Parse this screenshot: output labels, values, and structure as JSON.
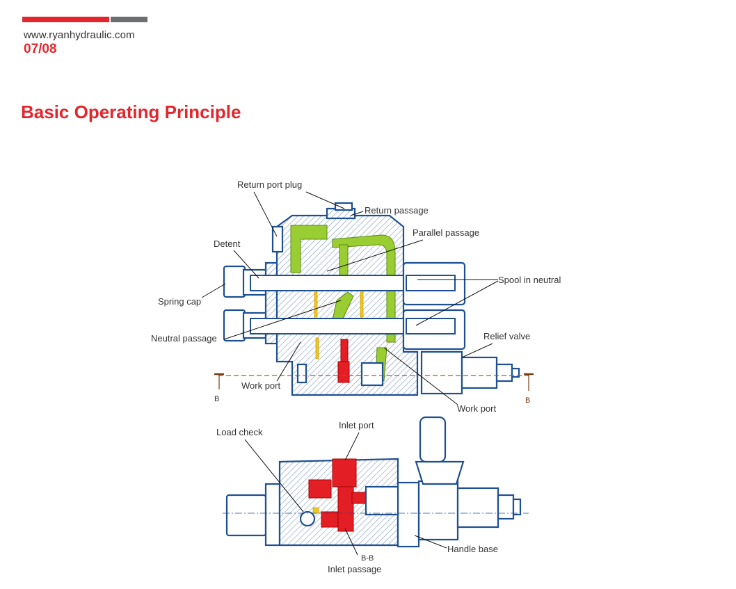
{
  "header": {
    "website": "www.ryanhydraulic.com",
    "page_number": "07/08",
    "accent_color": "#e3262d",
    "secondary_color": "#6d6e70"
  },
  "title": "Basic Operating Principle",
  "diagram": {
    "top_view_labels": {
      "return_port_plug": "Return port plug",
      "return_passage": "Return passage",
      "parallel_passage": "Parallel passage",
      "detent": "Detent",
      "spool_in_neutral": "Spool in neutral",
      "spring_cap": "Spring cap",
      "neutral_passage": "Neutral passage",
      "relief_valve": "Relief valve",
      "work_port_left": "Work port",
      "work_port_right": "Work port",
      "section_mark_left": "B",
      "section_mark_right": "B"
    },
    "section_view_labels": {
      "load_check": "Load check",
      "inlet_port": "Inlet port",
      "handle_base": "Handle base",
      "section_name": "B-B",
      "inlet_passage": "Inlet passage"
    },
    "colors": {
      "outline": "#1d4f91",
      "return_oil": "#9acd32",
      "pressure_oil": "#e31e24",
      "accent_oil": "#f5c518"
    }
  }
}
